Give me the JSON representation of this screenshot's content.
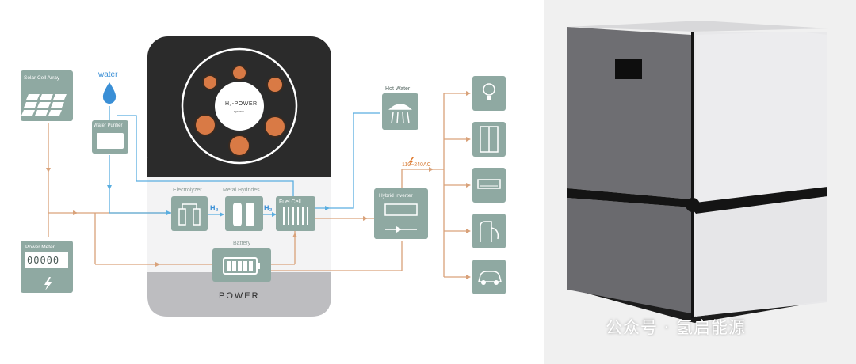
{
  "diagram": {
    "labels": {
      "water": "water",
      "solar": "Solar Cell Array",
      "purifier": "Water Purifier",
      "meter": "Power Meter",
      "meter_digits": "00000",
      "electrolyzer": "Electrolyzer",
      "hydrides": "Metal Hydrides",
      "fuelcell": "Fuel Cell",
      "battery": "Battery",
      "h2_a": "H₂",
      "h2_b": "H₂",
      "hotwater": "Hot Water",
      "inverter": "Hybrid Inverter",
      "voltage": "110~240AC",
      "brand": "H₂-POWER",
      "brand_sub": "system",
      "power": "POWER"
    },
    "outputs": [
      "light-bulb-icon",
      "refrigerator-icon",
      "air-conditioner-icon",
      "ev-charger-icon",
      "car-icon"
    ],
    "colors": {
      "teal": "#8fa9a2",
      "orange_line": "#d9a27a",
      "blue_line": "#5aaee0",
      "dark_panel": "#2b2b2b",
      "copper": "#d97a45"
    }
  },
  "watermark": {
    "text": "公众号 · 氢启能源"
  }
}
